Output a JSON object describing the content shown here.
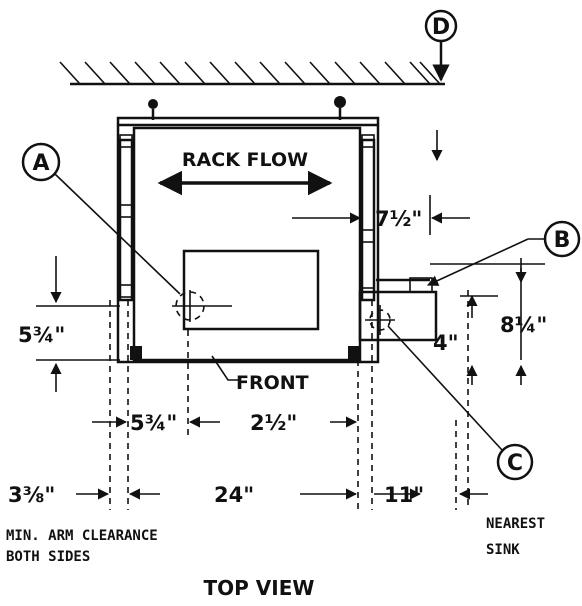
{
  "labels": {
    "rack_flow": "RACK FLOW",
    "front": "FRONT",
    "top_view": "TOP VIEW",
    "arm_clearance_line1": "MIN. ARM CLEARANCE",
    "arm_clearance_line2": "BOTH SIDES",
    "nearest_sink_line1": "NEAREST",
    "nearest_sink_line2": "SINK"
  },
  "callouts": {
    "a": "A",
    "b": "B",
    "c": "C",
    "d": "D"
  },
  "dimensions": {
    "seven_half": "7½\"",
    "five_three_quarter_left": "5¾\"",
    "eight_quarter": "8¼\"",
    "four": "4\"",
    "five_three_quarter_bottom": "5¾\"",
    "two_half": "2½\"",
    "three_three_eighths": "3⅜\"",
    "twenty_four": "24\"",
    "eleven": "11\""
  }
}
